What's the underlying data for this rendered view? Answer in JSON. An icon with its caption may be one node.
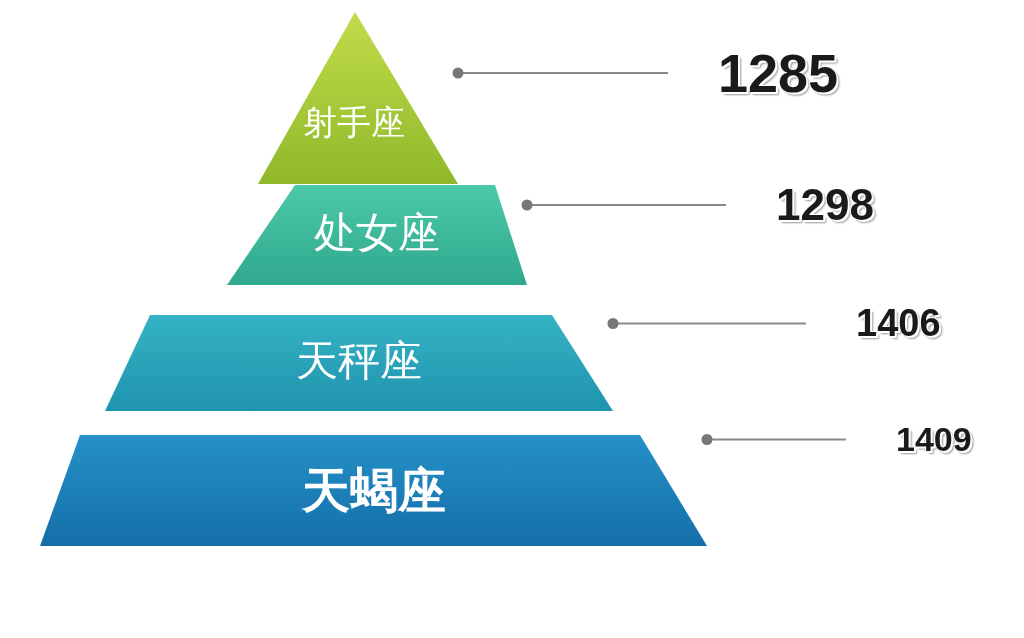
{
  "diagram": {
    "nodes": [
      {
        "text": [
          "射手座"
        ]
      },
      {
        "text": [
          "处女座"
        ]
      },
      {
        "text": [
          "天秤座"
        ]
      },
      {
        "text": [
          "天蝎座"
        ]
      },
      {
        "text": [
          "1285"
        ]
      },
      {
        "text": [
          "1298"
        ]
      },
      {
        "text": [
          "1406"
        ]
      },
      {
        "text": [
          "1409"
        ]
      }
    ],
    "edges": [
      {
        "from": 4,
        "to": 0,
        "arrow": "other"
      },
      {
        "from": 5,
        "to": 1,
        "arrow": "other"
      },
      {
        "from": 6,
        "to": 2,
        "arrow": "other"
      },
      {
        "from": 7,
        "to": 3,
        "arrow": "other"
      }
    ]
  }
}
